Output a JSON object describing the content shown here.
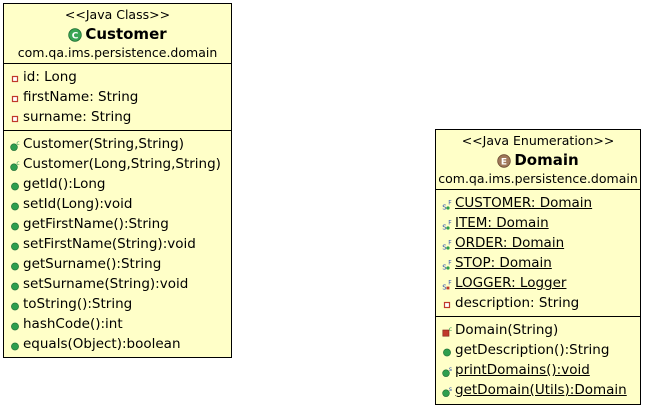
{
  "customer": {
    "stereotype": "<<Java Class>>",
    "name": "Customer",
    "package": "com.qa.ims.persistence.domain",
    "fields": [
      {
        "text": "id: Long",
        "icon": "private-field-icon"
      },
      {
        "text": "firstName: String",
        "icon": "private-field-icon"
      },
      {
        "text": "surname: String",
        "icon": "private-field-icon"
      }
    ],
    "methods": [
      {
        "text": "Customer(String,String)",
        "icon": "public-constructor-icon"
      },
      {
        "text": "Customer(Long,String,String)",
        "icon": "public-constructor-icon"
      },
      {
        "text": "getId():Long",
        "icon": "public-method-icon"
      },
      {
        "text": "setId(Long):void",
        "icon": "public-method-icon"
      },
      {
        "text": "getFirstName():String",
        "icon": "public-method-icon"
      },
      {
        "text": "setFirstName(String):void",
        "icon": "public-method-icon"
      },
      {
        "text": "getSurname():String",
        "icon": "public-method-icon"
      },
      {
        "text": "setSurname(String):void",
        "icon": "public-method-icon"
      },
      {
        "text": "toString():String",
        "icon": "public-method-icon"
      },
      {
        "text": "hashCode():int",
        "icon": "public-method-icon"
      },
      {
        "text": "equals(Object):boolean",
        "icon": "public-method-icon"
      }
    ]
  },
  "domain": {
    "stereotype": "<<Java Enumeration>>",
    "name": "Domain",
    "package": "com.qa.ims.persistence.domain",
    "fields": [
      {
        "text": "CUSTOMER: Domain",
        "icon": "static-final-field-icon"
      },
      {
        "text": "ITEM: Domain",
        "icon": "static-final-field-icon"
      },
      {
        "text": "ORDER: Domain",
        "icon": "static-final-field-icon"
      },
      {
        "text": "STOP: Domain",
        "icon": "static-final-field-icon"
      },
      {
        "text": "LOGGER: Logger",
        "icon": "private-static-final-field-icon"
      },
      {
        "text": "description: String",
        "icon": "private-field-icon"
      }
    ],
    "methods": [
      {
        "text": "Domain(String)",
        "icon": "private-constructor-icon"
      },
      {
        "text": "getDescription():String",
        "icon": "public-method-icon"
      },
      {
        "text": "printDomains():void",
        "icon": "public-static-method-icon"
      },
      {
        "text": "getDomain(Utils):Domain",
        "icon": "public-static-method-icon"
      }
    ]
  },
  "colors": {
    "box_fill": "#ffffc8",
    "border": "#000000",
    "class_icon": "#3aa655",
    "enum_icon": "#a0785a",
    "public": "#2e9e4e",
    "private": "#c0392b",
    "static_final_marker": "#2b4fb0"
  }
}
